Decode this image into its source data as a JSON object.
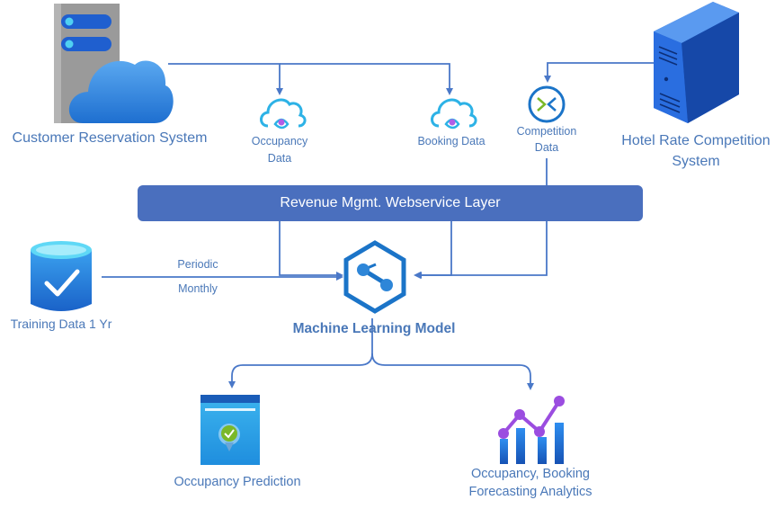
{
  "nodes": {
    "customer_system": "Customer Reservation System",
    "occupancy_data": [
      "Occupancy",
      "Data"
    ],
    "booking_data": "Booking Data",
    "competition_data": [
      "Competition",
      "Data"
    ],
    "hotel_rate_system": [
      "Hotel Rate Competition",
      "System"
    ],
    "webservice_layer": "Revenue Mgmt. Webservice Layer",
    "training_data": "Training Data 1 Yr",
    "ml_model": "Machine Learning Model",
    "occupancy_prediction": "Occupancy Prediction",
    "forecasting": [
      "Occupancy, Booking",
      "Forecasting Analytics"
    ]
  },
  "edge_labels": {
    "periodic": "Periodic",
    "monthly": "Monthly"
  },
  "colors": {
    "connector": "#4a78c8",
    "label_text": "#4a78b8",
    "layer_fill": "#4a6fbe",
    "cloud_blue": "#2f86e0",
    "server_gray": "#9a9a9a",
    "server_blue": "#1f5fcf",
    "ml_hex": "#1b74c8",
    "chart_purple": "#9b4de0"
  },
  "icons": [
    "server-cloud-icon",
    "cloud-data-icon",
    "competition-transfer-icon",
    "server-tower-icon",
    "database-check-icon",
    "ml-model-icon",
    "prediction-report-icon",
    "analytics-chart-icon"
  ]
}
